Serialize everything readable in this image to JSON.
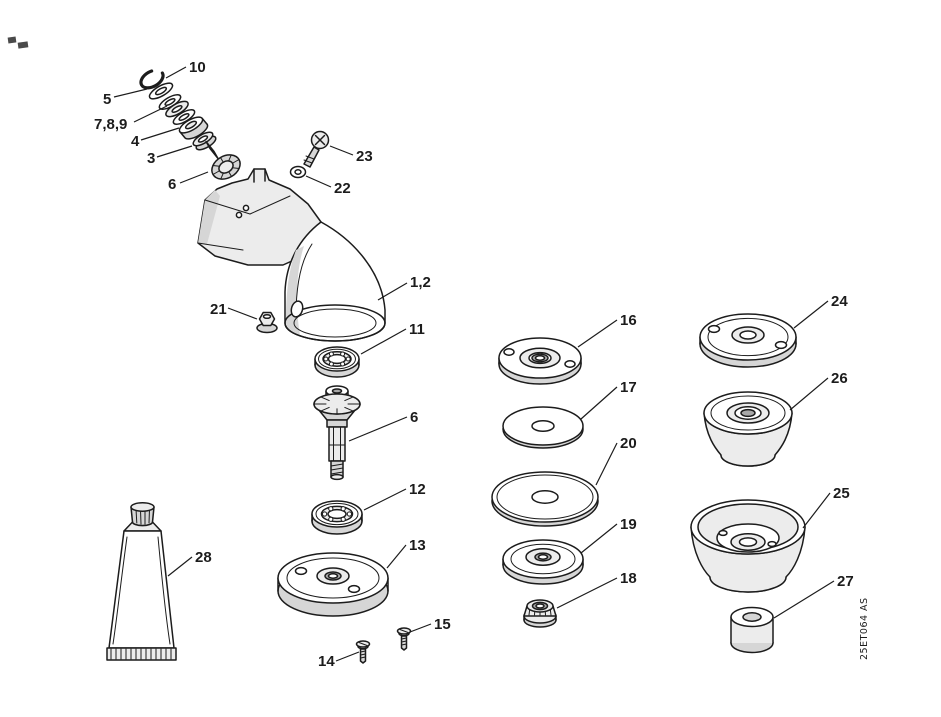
{
  "colors": {
    "ink": "#1c1c1c",
    "paper": "#ffffff",
    "shade-light": "#ececec",
    "shade-mid": "#d6d6d6",
    "shade-dark": "#a8a8a8"
  },
  "callouts": {
    "c10": "10",
    "c5": "5",
    "c789": "7,8,9",
    "c4": "4",
    "c3": "3",
    "c6_pinion": "6",
    "c23": "23",
    "c22": "22",
    "c1_2": "1,2",
    "c21": "21",
    "c11": "11",
    "c6_shaft": "6",
    "c12": "12",
    "c13": "13",
    "c16": "16",
    "c17": "17",
    "c20": "20",
    "c19": "19",
    "c18": "18",
    "c24": "24",
    "c26": "26",
    "c25": "25",
    "c27": "27",
    "c28": "28",
    "c15": "15",
    "c14": "14"
  },
  "footer": {
    "drawing_number": "25ET064 AS"
  }
}
